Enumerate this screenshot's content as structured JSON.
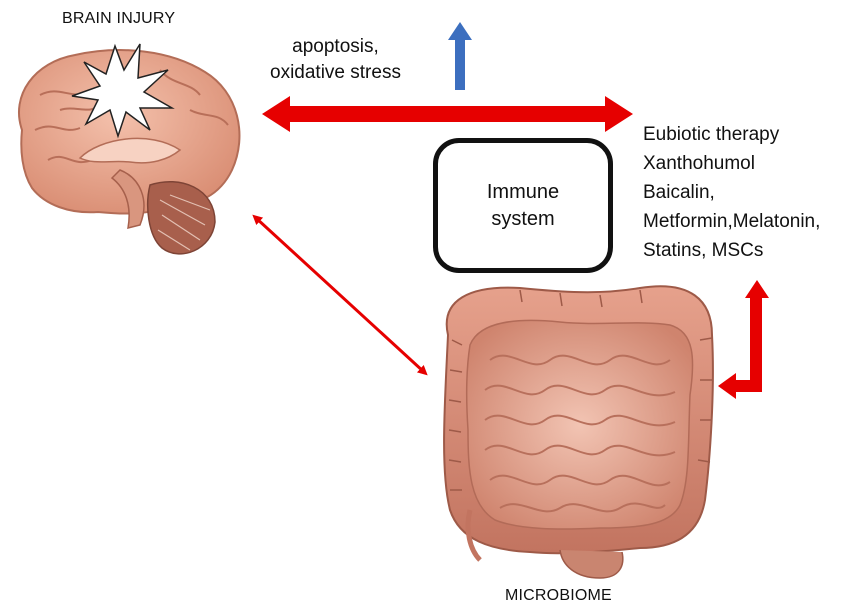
{
  "labels": {
    "brain_injury": "BRAIN INJURY",
    "microbiome": "MICROBIOME",
    "effects_line1": "apoptosis,",
    "effects_line2": "oxidative stress",
    "immune_line1": "Immune",
    "immune_line2": "system"
  },
  "therapies": [
    "Eubiotic therapy",
    "Xanthohumol",
    "Baicalin,",
    "Metformin,Melatonin,",
    "Statins, MSCs"
  ],
  "colors": {
    "arrow_red": "#e60000",
    "arrow_blue": "#3c6fbf",
    "brain": "#e9a48a",
    "brain_dark": "#c87a62",
    "cerebellum": "#a85f4c",
    "intestine": "#e8a993",
    "intestine_shadow": "#b9705d",
    "box_border": "#111111"
  },
  "icons": {
    "brain": "brain-illustration",
    "intestine": "intestine-illustration",
    "injury": "starburst-icon"
  }
}
